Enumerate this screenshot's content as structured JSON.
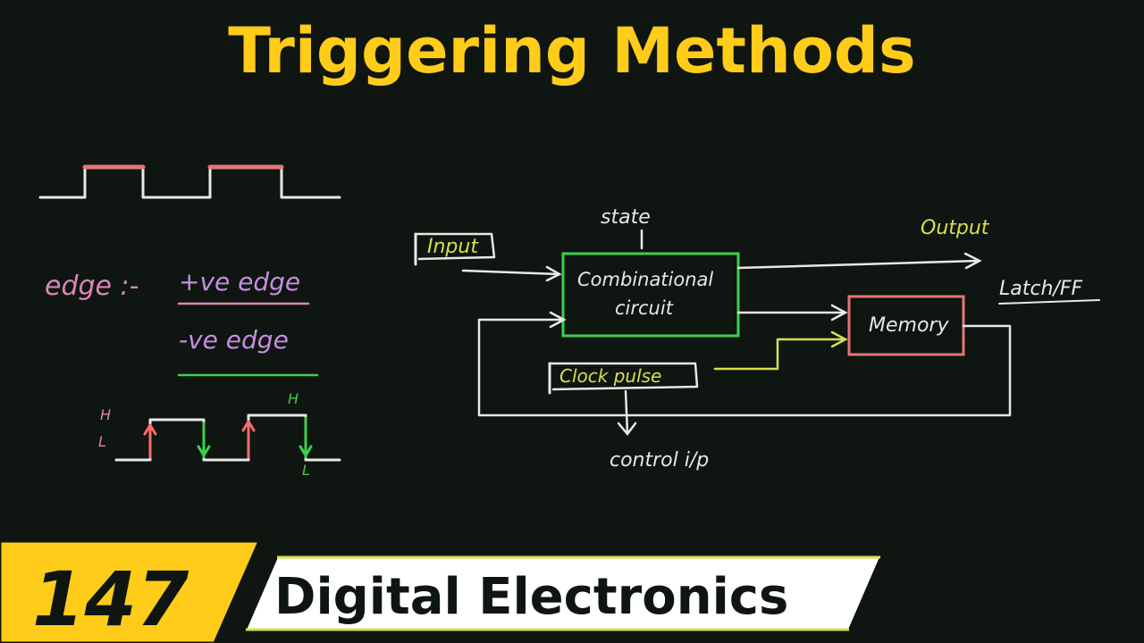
{
  "title": "Triggering Methods",
  "waveform_notes": {
    "edge_label": "edge :-",
    "positive_edge": "+ve edge",
    "negative_edge": "-ve edge",
    "high": "H",
    "low": "L"
  },
  "block_diagram": {
    "state_label": "state",
    "input_label": "Input",
    "output_label": "Output",
    "combinational_line1": "Combinational",
    "combinational_line2": "circuit",
    "memory_label": "Memory",
    "latch_ff_label": "Latch/FF",
    "clock_label": "Clock pulse",
    "control_label": "control i/p"
  },
  "footer": {
    "episode_number": "147",
    "series_name": "Digital Electronics"
  },
  "colors": {
    "title": "#ffcc1a",
    "badge_background": "#ffcc1a",
    "chalk_white": "#e8e8e8",
    "chalk_red": "#e07777",
    "chalk_pink": "#d986b5",
    "chalk_purple": "#c78de0",
    "chalk_green": "#3fd04a",
    "chalk_yellow": "#d8e04a",
    "chalk_orange": "#ff6b6b",
    "background": "#0f1511"
  }
}
